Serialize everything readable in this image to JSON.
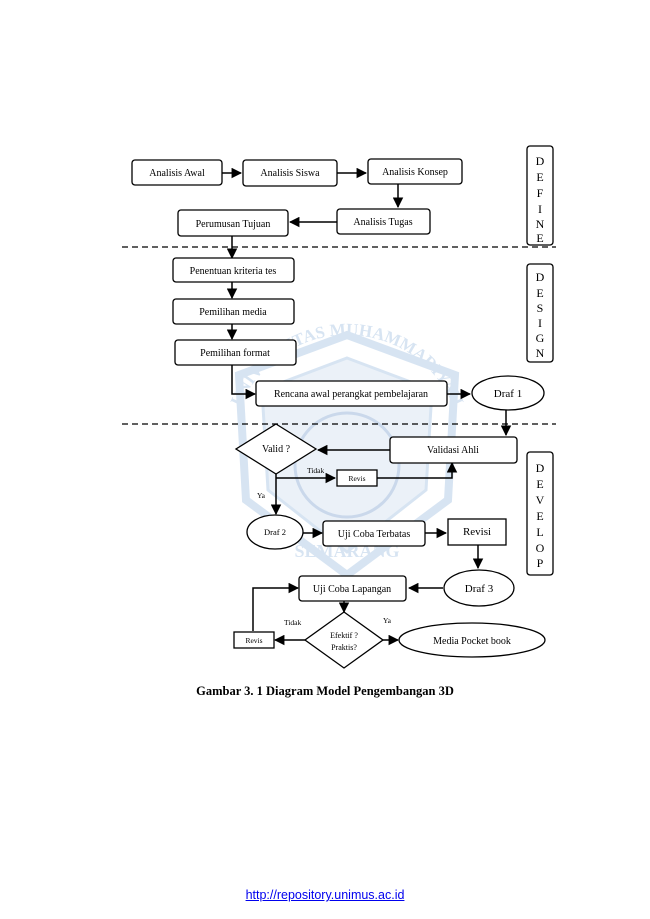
{
  "diagram": {
    "boxes": {
      "analisis_awal": "Analisis Awal",
      "analisis_siswa": "Analisis Siswa",
      "analisis_konsep": "Analisis Konsep",
      "analisis_tugas": "Analisis Tugas",
      "perumusan_tujuan": "Perumusan Tujuan",
      "penentuan_kriteria": "Penentuan kriteria tes",
      "pemilihan_media": "Pemilihan media",
      "pemilihan_format": "Pemilihan format",
      "rencana_awal": "Rencana awal perangkat pembelajaran",
      "validasi_ahli": "Validasi Ahli",
      "revis_small": "Revis",
      "uji_coba_terbatas": "Uji Coba Terbatas",
      "revisi": "Revisi",
      "uji_coba_lapangan": "Uji Coba Lapangan",
      "revis_bottom": "Revis"
    },
    "ellipses": {
      "draf1": "Draf 1",
      "draf2": "Draf 2",
      "draf3": "Draf 3",
      "media_pocket_book": "Media Pocket book"
    },
    "diamonds": {
      "valid": "Valid ?",
      "efektif_line1": "Efektif ?",
      "efektif_line2": "Praktis?"
    },
    "labels": {
      "tidak_1": "Tidak",
      "ya_1": "Ya",
      "tidak_2": "Tidak",
      "ya_2": "Ya"
    },
    "phases": {
      "define": [
        "D",
        "E",
        "F",
        "I",
        "N",
        "E"
      ],
      "design": [
        "D",
        "E",
        "S",
        "I",
        "G",
        "N"
      ],
      "develop": [
        "D",
        "E",
        "V",
        "E",
        "L",
        "O",
        "P"
      ]
    },
    "watermark": {
      "top_text": "UNIVERSITAS MUHAMMADIYAH",
      "bottom_text": "SEMARANG",
      "color": "#b8cfe8"
    }
  },
  "caption": "Gambar 3. 1 Diagram Model Pengembangan 3D",
  "footer_link": "http://repository.unimus.ac.id"
}
